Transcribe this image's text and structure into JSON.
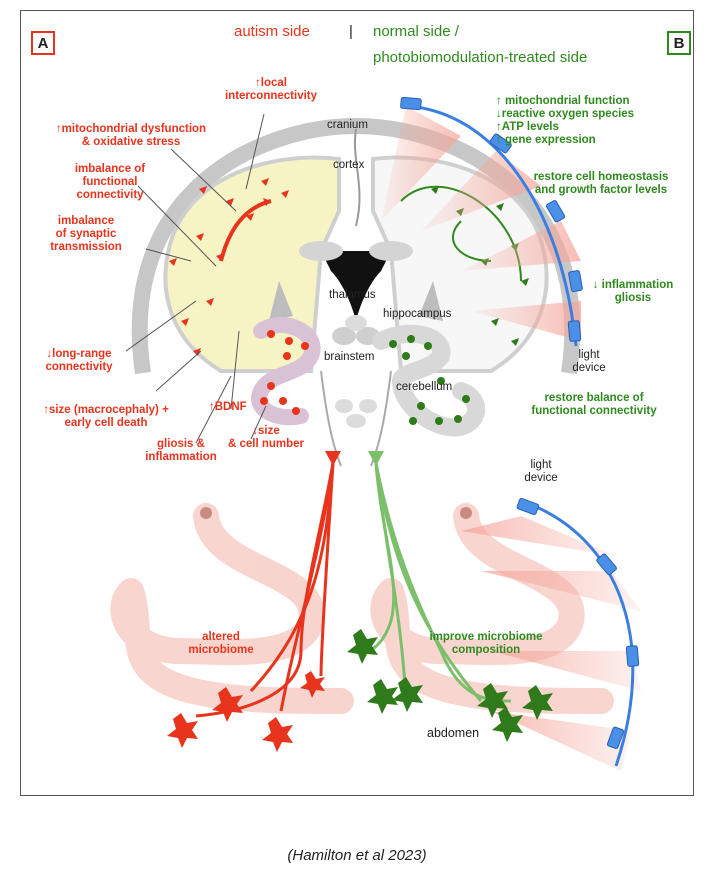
{
  "header": {
    "left": "autism side",
    "divider": "|",
    "right_line1": "normal side /",
    "right_line2": "photobiomodulation-treated side"
  },
  "panels": {
    "a": "A",
    "b": "B"
  },
  "labels": {
    "cranium": "cranium",
    "cortex": "cortex",
    "thalamus": "thalamus",
    "brainstem": "brainstem",
    "hippocampus": "hippocampus",
    "cerebellum": "cerebellum",
    "abdomen": "abdomen",
    "light_device_top_1": "light",
    "light_device_top_2": "device",
    "light_device_bottom_1": "light",
    "light_device_bottom_2": "device"
  },
  "autism_side": {
    "local_conn_1": "↑local",
    "local_conn_2": "interconnectivity",
    "mito_1": "↑mitochondrial dysfunction",
    "mito_2": "& oxidative stress",
    "func_1": "imbalance of",
    "func_2": "functional",
    "func_3": "connectivity",
    "syn_1": "imbalance",
    "syn_2": "of synaptic",
    "syn_3": "transmission",
    "long_1": "↓long-range",
    "long_2": "connectivity",
    "size_1": "↑size (macrocephaly) +",
    "size_2": "early cell death",
    "bdnf": "↑BDNF",
    "cell_1": "↓size",
    "cell_2": "& cell number",
    "glio_1": "gliosis &",
    "glio_2": "inflammation",
    "micro_1": "altered",
    "micro_2": "microbiome"
  },
  "normal_side": {
    "mito_1": "↑ mitochondrial function",
    "mito_2": "↓reactive oxygen species",
    "mito_3": "↑ATP levels",
    "mito_4": "↑ gene expression",
    "home_1": "restore cell homeostasis",
    "home_2": "and growth factor levels",
    "infl_1": "↓ inflammation",
    "infl_2": "gliosis",
    "bal_1": "restore balance of",
    "bal_2": "functional connectivity",
    "micro_1": "improve microbiome",
    "micro_2": "composition"
  },
  "citation": "(Hamilton et al 2023)",
  "colors": {
    "autism": "#e8341c",
    "normal": "#2f8a1e",
    "device": "#3a7fe0",
    "cortex_fill": "#f6f3c4",
    "cranium": "#c7c7c7"
  }
}
